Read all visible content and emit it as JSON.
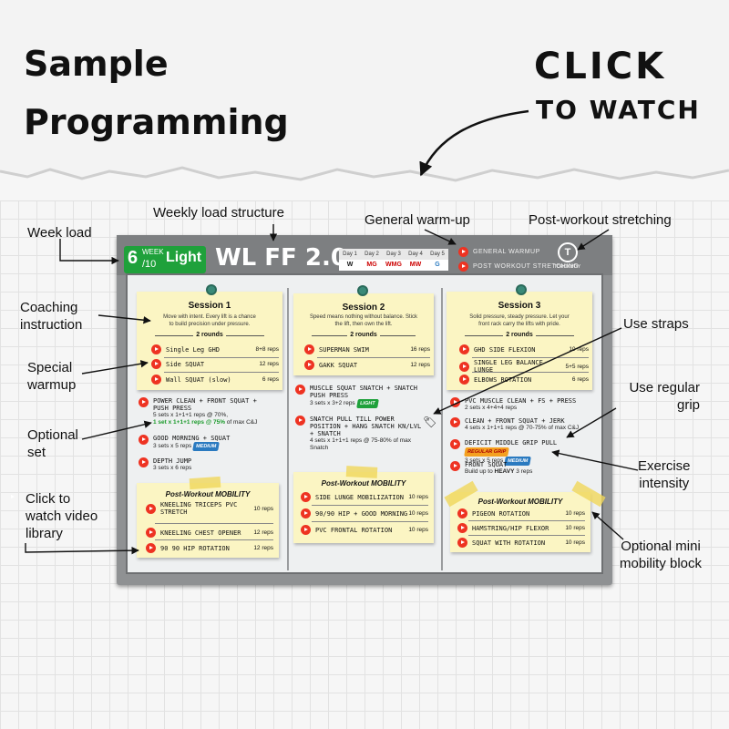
{
  "header": {
    "title_line1": "Sample",
    "title_line2": "Programming",
    "cta_line1": "CLICK",
    "cta_line2": "TO WATCH"
  },
  "annotations": {
    "week_load": "Week load",
    "weekly_load_structure": "Weekly load structure",
    "general_warmup": "General warm-up",
    "post_workout_stretching": "Post-workout stretching",
    "coaching_instruction": [
      "Coaching",
      "instruction"
    ],
    "special_warmup": [
      "Special",
      "warmup"
    ],
    "optional_set": [
      "Optional",
      "set"
    ],
    "click_video": [
      "Click to",
      "watch video",
      "library"
    ],
    "use_straps": "Use straps",
    "use_regular_grip": [
      "Use regular",
      "grip"
    ],
    "exercise_intensity": [
      "Exercise",
      "intensity"
    ],
    "optional_mini_mobility": [
      "Optional mini",
      "mobility block"
    ]
  },
  "board": {
    "week_num": "6",
    "week_label": "WEEK",
    "week_den": "/10",
    "week_load": "Light",
    "logo": "WL FF 2.0",
    "days": [
      "Day 1",
      "Day 2",
      "Day 3",
      "Day 4",
      "Day 5"
    ],
    "day_vals": [
      "W",
      "MG",
      "WMG",
      "MW",
      "G"
    ],
    "general_warmup": "GENERAL WARMUP",
    "post_workout_stretching": "POST WORKOUT STRETCHING",
    "brand": "TOROKHTIY",
    "brand_mark": "T"
  },
  "session1": {
    "title": "Session 1",
    "desc": [
      "Move with intent. Every lift is a chance",
      "to build precision under pressure."
    ],
    "rounds": "2 rounds",
    "warmup": [
      {
        "name": "Single Leg GHD",
        "reps": "8+8 reps"
      },
      {
        "name": "Side SQUAT",
        "reps": "12 reps"
      },
      {
        "name": "Wall SQUAT (slow)",
        "reps": "6 reps"
      }
    ],
    "blocks": [
      {
        "name1": "POWER CLEAN + FRONT SQUAT +",
        "name2": "PUSH PRESS",
        "line1": "5 sets x 1+1+1 reps @ 70%,",
        "line2": "1 set x 1+1+1 reps @ 75%",
        "line2b": " of max C&J"
      },
      {
        "name1": "GOOD MORNING + SQUAT",
        "line1": "3 sets x 5 reps",
        "badge": "MEDIUM"
      },
      {
        "name1": "DEPTH JUMP",
        "line1": "3 sets x 6 reps"
      }
    ],
    "mobility_title": "Post-Workout MOBILITY",
    "mobility": [
      {
        "name": "KNEELING TRICEPS PVC",
        "name2": "STRETCH",
        "reps": "10 reps"
      },
      {
        "name": "KNEELING CHEST OPENER",
        "reps": "12 reps"
      },
      {
        "name": "90 90 HIP ROTATION",
        "reps": "12 reps"
      }
    ]
  },
  "session2": {
    "title": "Session 2",
    "desc": [
      "Speed means nothing without balance. Stick",
      "the lift, then own the lift."
    ],
    "rounds": "2 rounds",
    "warmup": [
      {
        "name": "SUPERMAN SWIM",
        "reps": "16 reps"
      },
      {
        "name": "GAKK SQUAT",
        "reps": "12 reps"
      }
    ],
    "blocks": [
      {
        "name1": "MUSCLE SQUAT SNATCH + SNATCH",
        "name2": "PUSH PRESS",
        "line1": "3 sets x 3+2 reps",
        "badge": "LIGHT"
      },
      {
        "name1": "SNATCH PULL TILL POWER",
        "name2": "POSITION + HANG SNATCH KN/LVL",
        "name3": "+ SNATCH",
        "line1": "4 sets x 1+1+1 reps @ 75-80% of max",
        "line2": "Snatch"
      }
    ],
    "mobility_title": "Post-Workout MOBILITY",
    "mobility": [
      {
        "name": "SIDE LUNGE MOBILIZATION",
        "reps": "10 reps"
      },
      {
        "name": "90/90 HIP + GOOD MORNING",
        "reps": "10 reps"
      },
      {
        "name": "PVC FRONTAL ROTATION",
        "reps": "10 reps"
      }
    ]
  },
  "session3": {
    "title": "Session 3",
    "desc": [
      "Solid pressure, steady pressure. Let your",
      "front rack carry the lifts with pride."
    ],
    "rounds": "2 rounds",
    "warmup": [
      {
        "name": "GHD SIDE FLEXION",
        "reps": "10 reps"
      },
      {
        "name": "SINGLE LEG BALANCE LUNGE",
        "reps": "5+5 reps"
      },
      {
        "name": "ELBOWS ROTATION",
        "reps": "6 reps"
      }
    ],
    "blocks": [
      {
        "name1": "PVC MUSCLE CLEAN + FS + PRESS",
        "line1": "2 sets x 4+4+4 reps"
      },
      {
        "name1": "CLEAN + FRONT SQUAT + JERK",
        "line1": "4 sets x 1+1+1 reps @ 70-75% of max C&J"
      },
      {
        "name1": "DEFICIT MIDDLE GRIP PULL",
        "line1": "3 sets x 5 reps",
        "badge": "MEDIUM",
        "grip": "REGULAR GRIP"
      },
      {
        "name1": "FRONT SQUAT",
        "line1": "Build up to ",
        "heavy": "HEAVY",
        "line1b": " 3 reps"
      }
    ],
    "mobility_title": "Post-Workout MOBILITY",
    "mobility": [
      {
        "name": "PIGEON ROTATION",
        "reps": "10 reps"
      },
      {
        "name": "HAMSTRING/HIP FLEXOR",
        "reps": "10 reps"
      },
      {
        "name": "SQUAT WITH ROTATION",
        "reps": "10 reps"
      }
    ]
  }
}
